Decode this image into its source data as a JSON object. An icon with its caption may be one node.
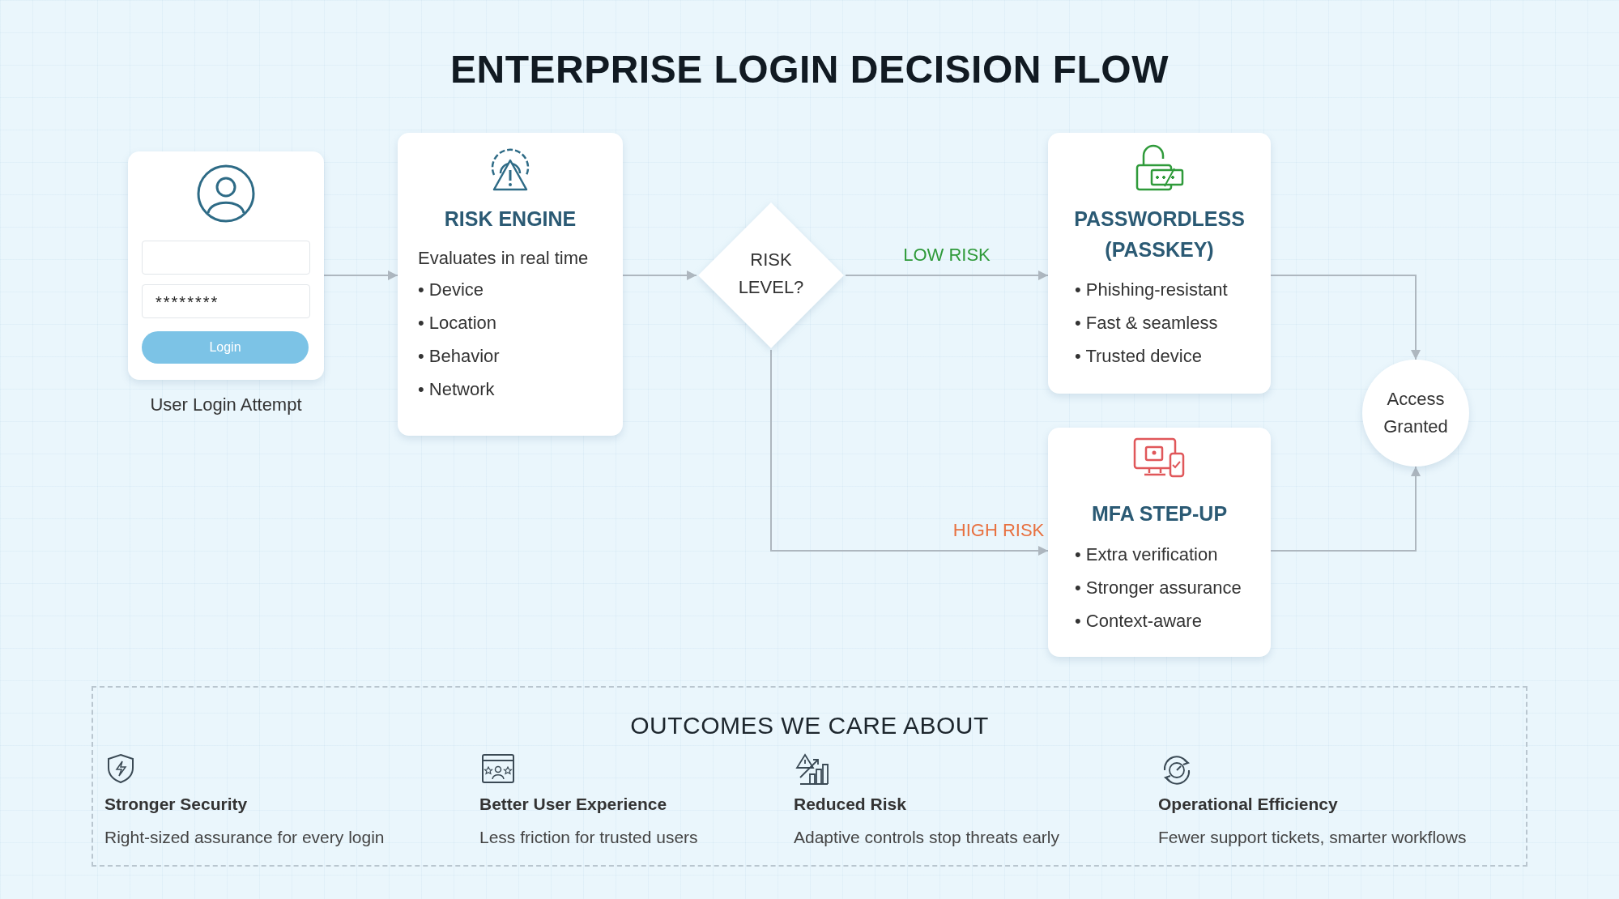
{
  "diagram": {
    "title": "ENTERPRISE LOGIN DECISION FLOW",
    "nodes": [
      {
        "text": [
          "********",
          "Login"
        ],
        "beside": [
          "User Login Attempt"
        ]
      },
      {
        "text": [
          "RISK ENGINE",
          "Evaluates in real time",
          "• Device",
          "• Location",
          "• Behavior",
          "• Network"
        ]
      },
      {
        "text": [
          "RISK LEVEL?"
        ]
      },
      {
        "text": [
          "PASSWORDLESS (PASSKEY)",
          "• Phishing-resistant",
          "• Fast & seamless",
          "• Trusted device"
        ]
      },
      {
        "text": [
          "MFA STEP-UP",
          "• Extra verification",
          "• Stronger assurance",
          "• Context-aware"
        ]
      },
      {
        "text": [
          "Access Granted"
        ]
      },
      {
        "text": [
          "OUTCOMES WE CARE ABOUT"
        ]
      }
    ],
    "edges": [
      {
        "from": 0,
        "to": 1,
        "arrow": "to"
      },
      {
        "from": 1,
        "to": 2,
        "arrow": "to"
      },
      {
        "from": 2,
        "to": 3,
        "arrow": "to",
        "label": "LOW RISK"
      },
      {
        "from": 2,
        "to": 4,
        "arrow": "to",
        "label": "HIGH RISK"
      },
      {
        "from": 3,
        "to": 5,
        "arrow": "to"
      },
      {
        "from": 4,
        "to": 5,
        "arrow": "to"
      }
    ],
    "labels": [
      "Stronger Security",
      "Right-sized assurance for every login",
      "Better User Experience",
      "Less friction for trusted users",
      "Reduced Risk",
      "Adaptive controls stop threats early",
      "Operational Efficiency",
      "Fewer support tickets, smarter workflows"
    ]
  }
}
